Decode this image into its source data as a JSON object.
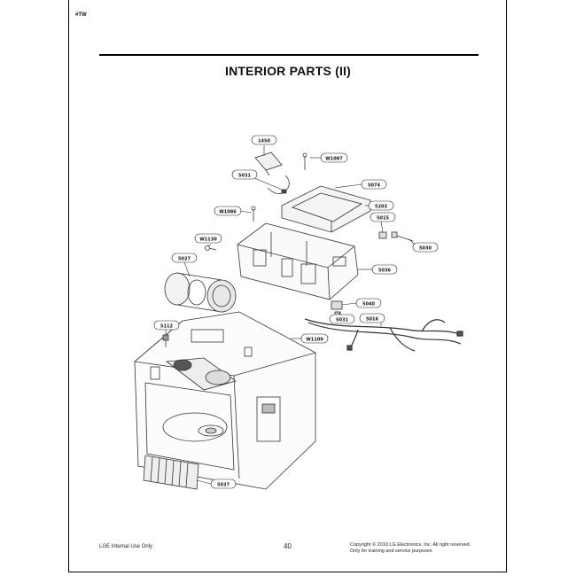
{
  "page": {
    "corner_mark": "#TW",
    "title": "INTERIOR PARTS (II)"
  },
  "callouts": [
    {
      "id": "c1450",
      "label": "1450"
    },
    {
      "id": "cw1087",
      "label": "W1087"
    },
    {
      "id": "c5031a",
      "label": "5031"
    },
    {
      "id": "c5074",
      "label": "5074"
    },
    {
      "id": "cw1086",
      "label": "W1086"
    },
    {
      "id": "c5203",
      "label": "5203"
    },
    {
      "id": "c5015",
      "label": "5015"
    },
    {
      "id": "cw1130",
      "label": "W1130"
    },
    {
      "id": "c5030",
      "label": "5030"
    },
    {
      "id": "c5027",
      "label": "5027"
    },
    {
      "id": "c5036",
      "label": "5036"
    },
    {
      "id": "c5040",
      "label": "5040"
    },
    {
      "id": "c5031b",
      "label": "5031"
    },
    {
      "id": "c5016",
      "label": "5016"
    },
    {
      "id": "c5112",
      "label": "5112"
    },
    {
      "id": "cw1109",
      "label": "W1109"
    },
    {
      "id": "c5037",
      "label": "5037"
    }
  ],
  "footer": {
    "left": "LGE Internal Use Only",
    "page_number": "40",
    "copyright_line1": "Copyright © 2010 LG Electronics. Inc. All right reserved.",
    "copyright_line2": "Only for training and service purposes"
  }
}
